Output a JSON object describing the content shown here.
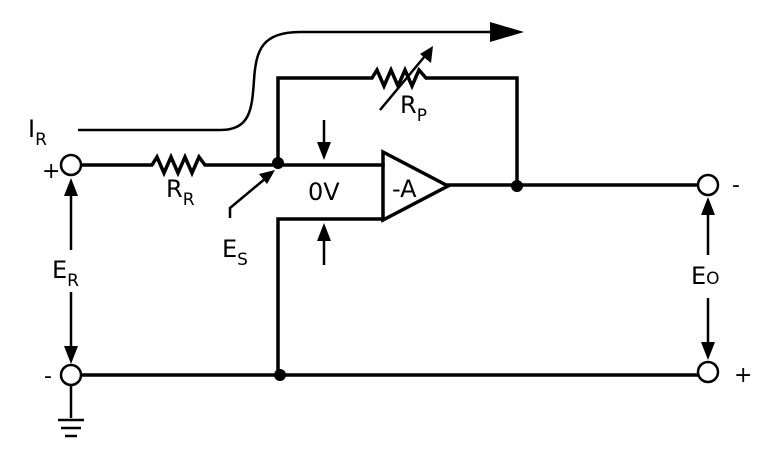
{
  "labels": {
    "current_main": "I",
    "current_sub": "R",
    "rr_main": "R",
    "rr_sub": "R",
    "rp_main": "R",
    "rp_sub": "P",
    "es_main": "E",
    "es_sub": "S",
    "er_main": "E",
    "er_sub": "R",
    "eo_main": "E",
    "eo_sub": "O",
    "zero_volt": "0V",
    "amp_gain": "-A"
  },
  "signs": {
    "input_top": "+",
    "input_bottom": "-",
    "output_top": "-",
    "output_bottom": "+"
  }
}
